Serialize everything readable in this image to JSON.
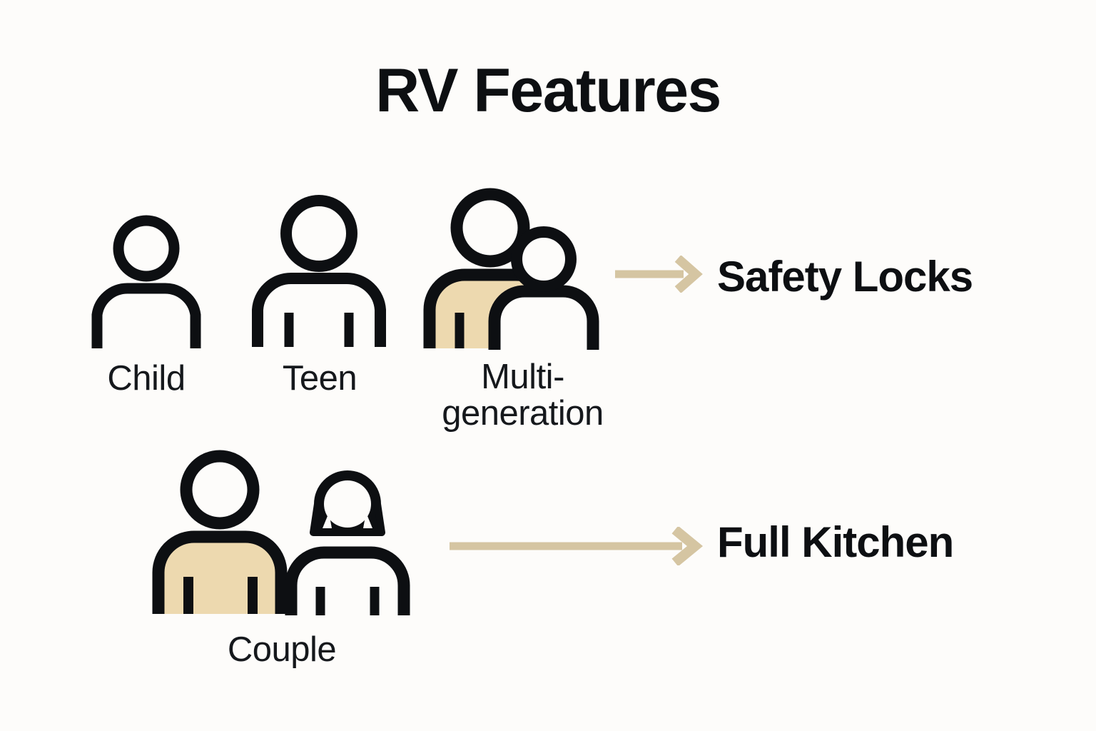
{
  "page": {
    "title": "RV Features",
    "background_color": "#FDFCFA",
    "ink_color": "#0D0F12",
    "accent_fill_color": "#EDD9AF",
    "arrow_color": "#D5C5A2"
  },
  "groups": [
    {
      "id": "child",
      "icon": "person-child-icon",
      "label": "Child",
      "filled": false
    },
    {
      "id": "teen",
      "icon": "person-teen-icon",
      "label": "Teen",
      "filled": false
    },
    {
      "id": "multi-generation",
      "icon": "people-multigeneration-icon",
      "label": "Multi-\ngeneration",
      "filled": true
    },
    {
      "id": "couple",
      "icon": "people-couple-icon",
      "label": "Couple",
      "filled": true
    }
  ],
  "features": [
    {
      "id": "safety-locks",
      "label": "Safety Locks",
      "arrow": "arrow-right-icon",
      "source_group": "multi-generation"
    },
    {
      "id": "full-kitchen",
      "label": "Full Kitchen",
      "arrow": "arrow-right-long-icon",
      "source_group": "couple"
    }
  ]
}
